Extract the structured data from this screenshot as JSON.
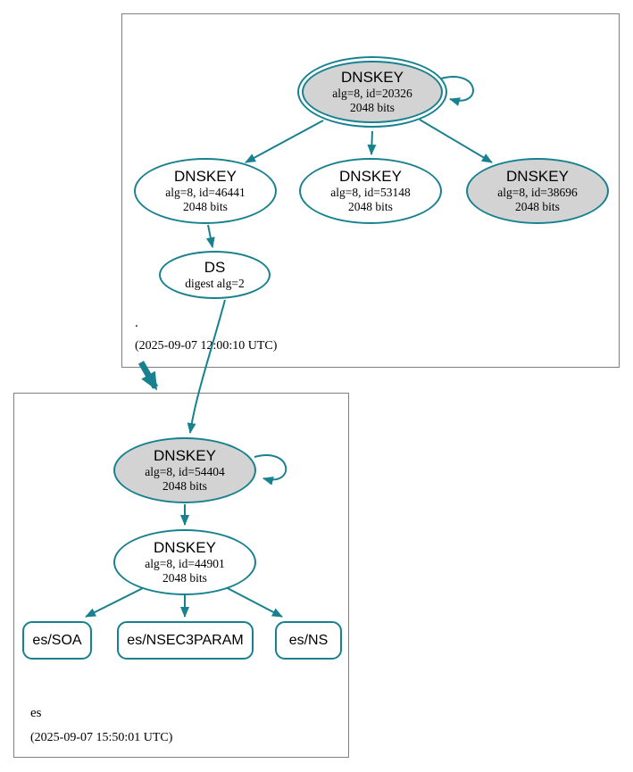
{
  "colors": {
    "edge_teal": "#17818f",
    "ksk_fill_gray": "#d3d3d3",
    "box_border_gray": "#7f7f7f"
  },
  "root_zone": {
    "label": ".",
    "timestamp": "(2025-09-07 12:00:10 UTC)",
    "ksk": {
      "title": "DNSKEY",
      "detail": "alg=8, id=20326",
      "bits": "2048 bits"
    },
    "zsk_left": {
      "title": "DNSKEY",
      "detail": "alg=8, id=46441",
      "bits": "2048 bits"
    },
    "zsk_mid": {
      "title": "DNSKEY",
      "detail": "alg=8, id=53148",
      "bits": "2048 bits"
    },
    "ksk_right": {
      "title": "DNSKEY",
      "detail": "alg=8, id=38696",
      "bits": "2048 bits"
    },
    "ds": {
      "title": "DS",
      "detail": "digest alg=2"
    }
  },
  "es_zone": {
    "label": "es",
    "timestamp": "(2025-09-07 15:50:01 UTC)",
    "ksk": {
      "title": "DNSKEY",
      "detail": "alg=8, id=54404",
      "bits": "2048 bits"
    },
    "zsk": {
      "title": "DNSKEY",
      "detail": "alg=8, id=44901",
      "bits": "2048 bits"
    },
    "rrsets": [
      "es/SOA",
      "es/NSEC3PARAM",
      "es/NS"
    ]
  }
}
